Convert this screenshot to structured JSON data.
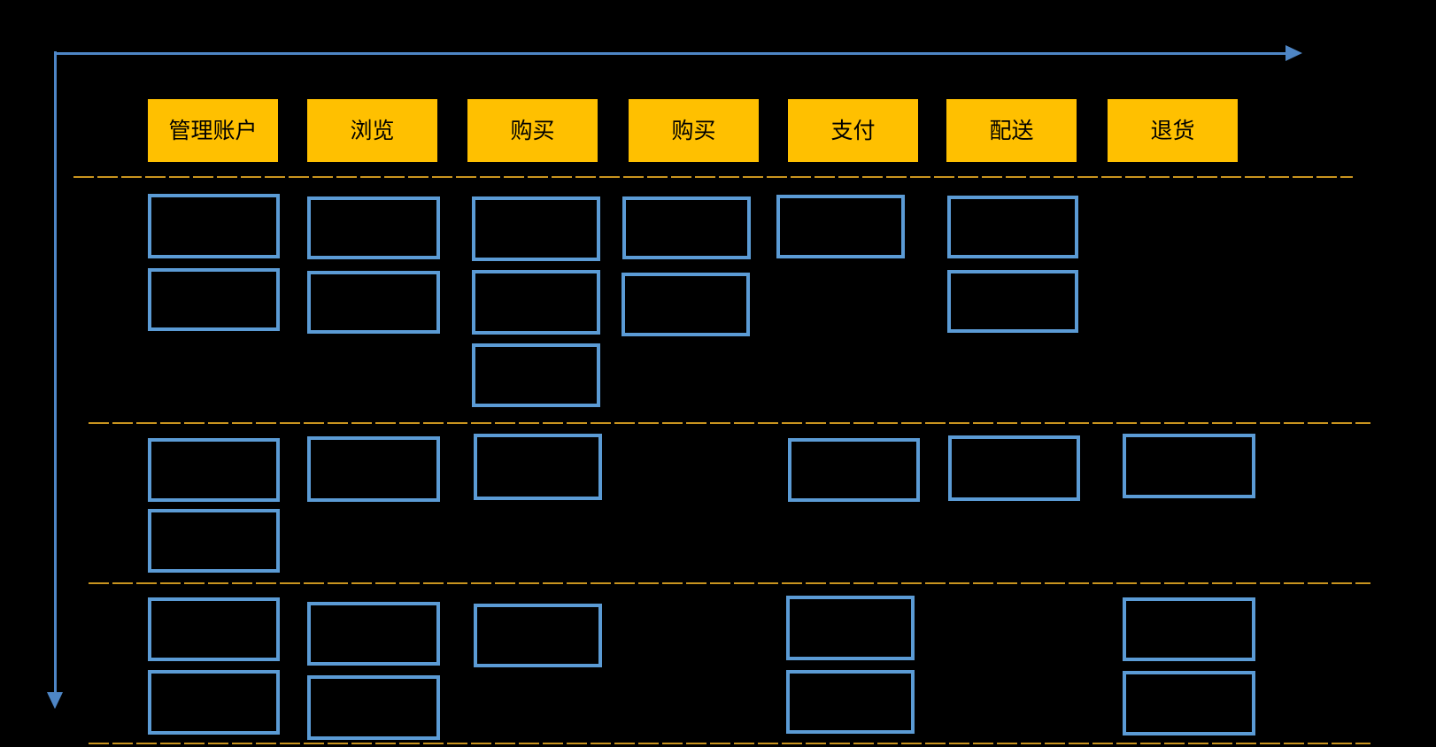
{
  "colors": {
    "background": "#000000",
    "activity_fill": "#FFC000",
    "activity_text": "#000000",
    "card_border": "#5B9BD5",
    "arrow_blue": "#4E86C6",
    "divider_gold": "#C9941F"
  },
  "story_map": {
    "activities": [
      "管理账户",
      "浏览",
      "购买",
      "购买",
      "支付",
      "配送",
      "退货"
    ],
    "release_rows": [
      {
        "cards_per_activity": [
          2,
          2,
          3,
          2,
          1,
          2,
          0
        ]
      },
      {
        "cards_per_activity": [
          2,
          1,
          1,
          0,
          1,
          1,
          1
        ]
      },
      {
        "cards_per_activity": [
          2,
          2,
          1,
          0,
          2,
          0,
          2
        ]
      }
    ],
    "cards_total": 28
  }
}
